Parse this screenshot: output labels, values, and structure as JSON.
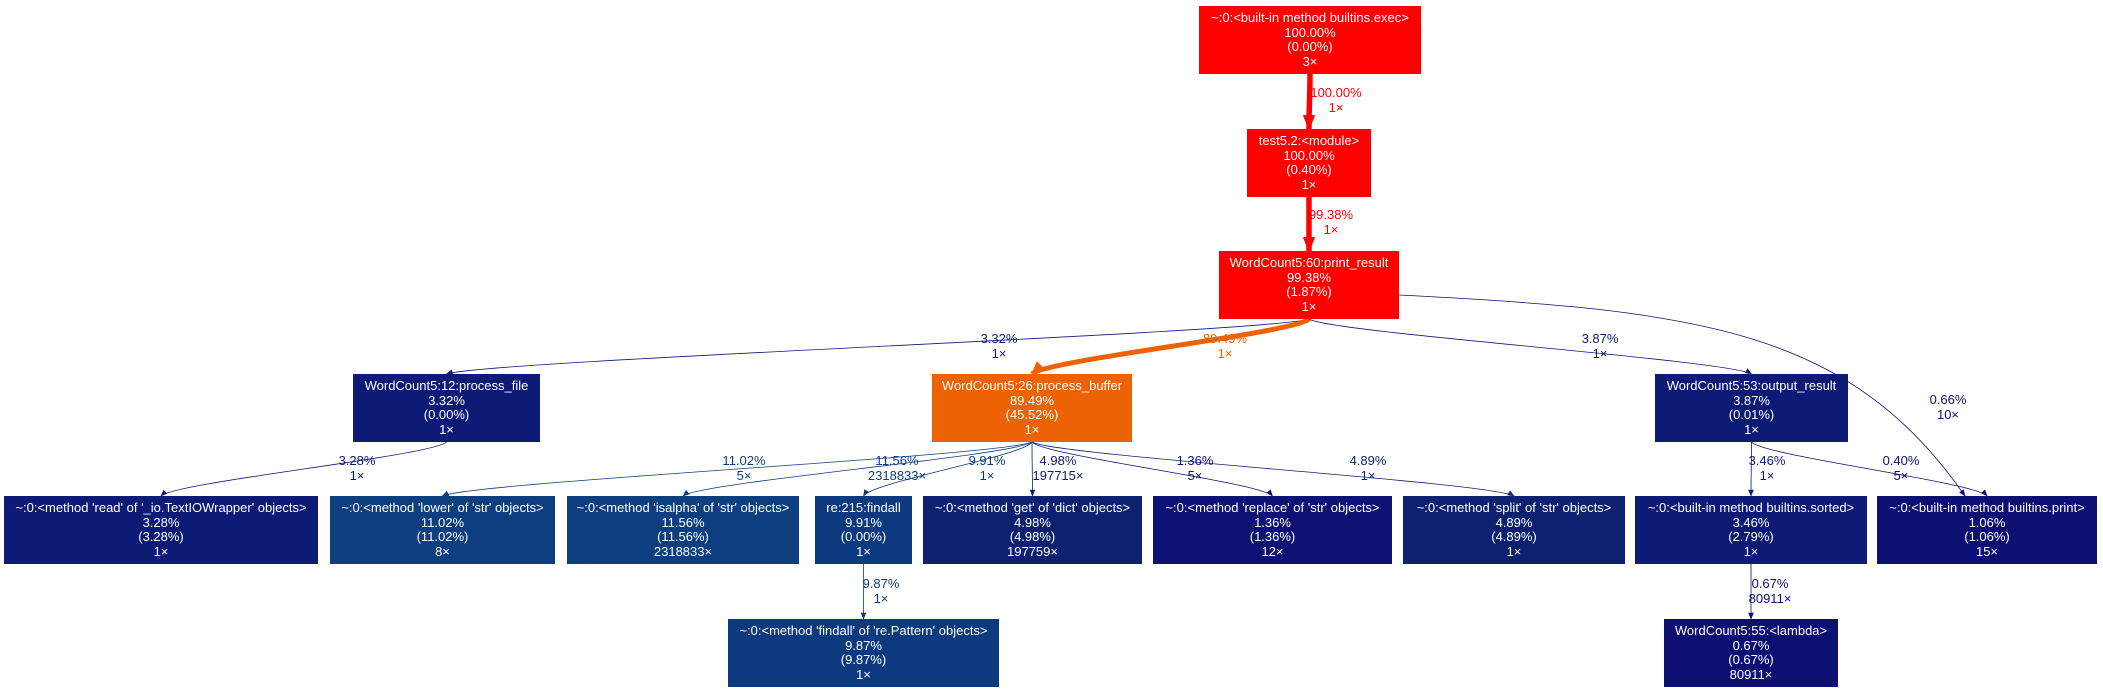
{
  "colors": {
    "red": "#ff0000",
    "orange": "#ec6205",
    "navy": "#0d2170",
    "navy_dark": "#0d0f73",
    "navy_mid": "#0d1a76",
    "blue_light": "#0d3f80"
  },
  "nodes": [
    {
      "id": "exec",
      "lines": [
        "~:0:<built-in method builtins.exec>",
        "100.00%",
        "(0.00%)",
        "3×"
      ],
      "color": "#ff0000"
    },
    {
      "id": "module",
      "lines": [
        "test5.2:<module>",
        "100.00%",
        "(0.40%)",
        "1×"
      ],
      "color": "#ff0000"
    },
    {
      "id": "print_result",
      "lines": [
        "WordCount5:60:print_result",
        "99.38%",
        "(1.87%)",
        "1×"
      ],
      "color": "#ff0000"
    },
    {
      "id": "process_file",
      "lines": [
        "WordCount5:12:process_file",
        "3.32%",
        "(0.00%)",
        "1×"
      ],
      "color": "#0d1a76"
    },
    {
      "id": "process_buffer",
      "lines": [
        "WordCount5:26:process_buffer",
        "89.49%",
        "(45.52%)",
        "1×"
      ],
      "color": "#ec6205"
    },
    {
      "id": "output_result",
      "lines": [
        "WordCount5:53:output_result",
        "3.87%",
        "(0.01%)",
        "1×"
      ],
      "color": "#0d1a76"
    },
    {
      "id": "read",
      "lines": [
        "~:0:<method 'read' of '_io.TextIOWrapper' objects>",
        "3.28%",
        "(3.28%)",
        "1×"
      ],
      "color": "#0d1a76"
    },
    {
      "id": "lower",
      "lines": [
        "~:0:<method 'lower' of 'str' objects>",
        "11.02%",
        "(11.02%)",
        "8×"
      ],
      "color": "#0d3f80"
    },
    {
      "id": "isalpha",
      "lines": [
        "~:0:<method 'isalpha' of 'str' objects>",
        "11.56%",
        "(11.56%)",
        "2318833×"
      ],
      "color": "#0d3f80"
    },
    {
      "id": "findall",
      "lines": [
        "re:215:findall",
        "9.91%",
        "(0.00%)",
        "1×"
      ],
      "color": "#0d3a7e"
    },
    {
      "id": "get",
      "lines": [
        "~:0:<method 'get' of 'dict' objects>",
        "4.98%",
        "(4.98%)",
        "197759×"
      ],
      "color": "#0d2170"
    },
    {
      "id": "replace",
      "lines": [
        "~:0:<method 'replace' of 'str' objects>",
        "1.36%",
        "(1.36%)",
        "12×"
      ],
      "color": "#0d1274"
    },
    {
      "id": "split",
      "lines": [
        "~:0:<method 'split' of 'str' objects>",
        "4.89%",
        "(4.89%)",
        "1×"
      ],
      "color": "#0d2170"
    },
    {
      "id": "sorted",
      "lines": [
        "~:0:<built-in method builtins.sorted>",
        "3.46%",
        "(2.79%)",
        "1×"
      ],
      "color": "#0d1a76"
    },
    {
      "id": "print",
      "lines": [
        "~:0:<built-in method builtins.print>",
        "1.06%",
        "(1.06%)",
        "15×"
      ],
      "color": "#0d0f73"
    },
    {
      "id": "re_findall",
      "lines": [
        "~:0:<method 'findall' of 're.Pattern' objects>",
        "9.87%",
        "(9.87%)",
        "1×"
      ],
      "color": "#0d3a7e"
    },
    {
      "id": "lambda",
      "lines": [
        "WordCount5:55:<lambda>",
        "0.67%",
        "(0.67%)",
        "80911×"
      ],
      "color": "#0d0f73"
    }
  ],
  "edges": [
    {
      "from": "exec",
      "to": "module",
      "lines": [
        "100.00%",
        "1×"
      ],
      "color": "#ff0000",
      "weight": 100.0
    },
    {
      "from": "module",
      "to": "print_result",
      "lines": [
        "99.38%",
        "1×"
      ],
      "color": "#ff0000",
      "weight": 99.38
    },
    {
      "from": "print_result",
      "to": "process_file",
      "lines": [
        "3.32%",
        "1×"
      ],
      "color": "#0d1a76",
      "weight": 3.32
    },
    {
      "from": "print_result",
      "to": "process_buffer",
      "lines": [
        "89.49%",
        "1×"
      ],
      "color": "#ec6205",
      "weight": 89.49
    },
    {
      "from": "print_result",
      "to": "output_result",
      "lines": [
        "3.87%",
        "1×"
      ],
      "color": "#0d1a76",
      "weight": 3.87
    },
    {
      "from": "print_result",
      "to": "print",
      "lines": [
        "0.66%",
        "10×"
      ],
      "color": "#0d0f73",
      "weight": 0.66
    },
    {
      "from": "process_file",
      "to": "read",
      "lines": [
        "3.28%",
        "1×"
      ],
      "color": "#0d1a76",
      "weight": 3.28
    },
    {
      "from": "process_buffer",
      "to": "lower",
      "lines": [
        "11.02%",
        "5×"
      ],
      "color": "#0d3f80",
      "weight": 11.02
    },
    {
      "from": "process_buffer",
      "to": "isalpha",
      "lines": [
        "11.56%",
        "2318833×"
      ],
      "color": "#0d3f80",
      "weight": 11.56
    },
    {
      "from": "process_buffer",
      "to": "findall",
      "lines": [
        "9.91%",
        "1×"
      ],
      "color": "#0d3a7e",
      "weight": 9.91
    },
    {
      "from": "process_buffer",
      "to": "get",
      "lines": [
        "4.98%",
        "197715×"
      ],
      "color": "#0d2170",
      "weight": 4.98
    },
    {
      "from": "process_buffer",
      "to": "replace",
      "lines": [
        "1.36%",
        "5×"
      ],
      "color": "#0d1274",
      "weight": 1.36
    },
    {
      "from": "process_buffer",
      "to": "split",
      "lines": [
        "4.89%",
        "1×"
      ],
      "color": "#0d2170",
      "weight": 4.89
    },
    {
      "from": "findall",
      "to": "re_findall",
      "lines": [
        "9.87%",
        "1×"
      ],
      "color": "#0d3a7e",
      "weight": 9.87
    },
    {
      "from": "output_result",
      "to": "sorted",
      "lines": [
        "3.46%",
        "1×"
      ],
      "color": "#0d1a76",
      "weight": 3.46
    },
    {
      "from": "output_result",
      "to": "print",
      "lines": [
        "0.40%",
        "5×"
      ],
      "color": "#0d0f73",
      "weight": 0.4
    },
    {
      "from": "sorted",
      "to": "lambda",
      "lines": [
        "0.67%",
        "80911×"
      ],
      "color": "#0d0f73",
      "weight": 0.67
    }
  ]
}
